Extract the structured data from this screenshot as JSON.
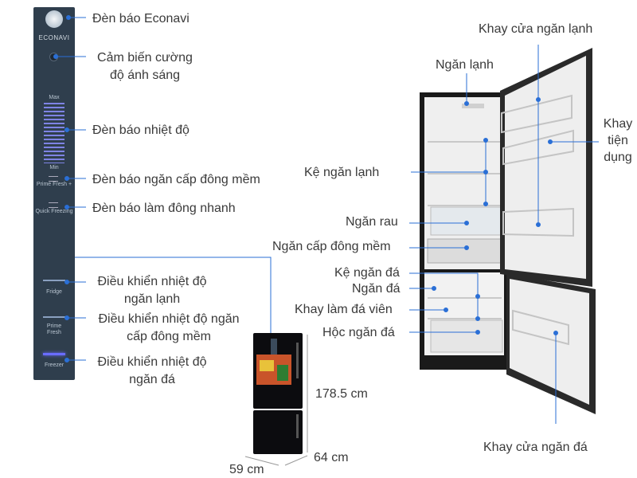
{
  "panel": {
    "brand": "ECONAVI",
    "max": "Max",
    "min": "Min",
    "prime_fresh_plus": "Prime Fresh +",
    "quick_freezing": "Quick Freezing",
    "fridge": "Fridge",
    "prime_fresh_1": "Prime",
    "prime_fresh_2": "Fresh",
    "freezer": "Freezer"
  },
  "left_labels": {
    "econavi_light": "Đèn báo Econavi",
    "light_sensor_1": "Cảm biến cường",
    "light_sensor_2": "độ ánh sáng",
    "temp_indicator": "Đèn báo nhiệt độ",
    "soft_freeze_indicator": "Đèn báo ngăn cấp đông mềm",
    "quick_freeze_indicator": "Đèn báo làm đông nhanh",
    "fridge_ctrl_1": "Điều khiển nhiệt độ",
    "fridge_ctrl_2": "ngăn lạnh",
    "soft_ctrl_1": "Điều khiển nhiệt độ ngăn",
    "soft_ctrl_2": "cấp đông mềm",
    "freezer_ctrl_1": "Điều khiển nhiệt độ",
    "freezer_ctrl_2": "ngăn đá"
  },
  "fridge_labels": {
    "door_tray_top": "Khay cửa ngăn lạnh",
    "cold_compartment": "Ngăn lạnh",
    "utility_1": "Khay",
    "utility_2": "tiện",
    "utility_3": "dụng",
    "cold_shelf": "Kệ ngăn lạnh",
    "veg_drawer": "Ngăn rau",
    "soft_freeze": "Ngăn cấp đông mềm",
    "freezer_shelf": "Kệ ngăn đá",
    "freezer": "Ngăn đá",
    "ice_tray": "Khay làm đá viên",
    "freezer_drawer": "Hộc ngăn đá",
    "door_tray_freezer": "Khay cửa ngăn đá"
  },
  "dimensions": {
    "height": "178.5 cm",
    "depth": "64 cm",
    "width": "59 cm"
  },
  "colors": {
    "panel_bg": "#2f3e4d",
    "accent": "#2a6fd6",
    "glow": "#6a6cff"
  }
}
